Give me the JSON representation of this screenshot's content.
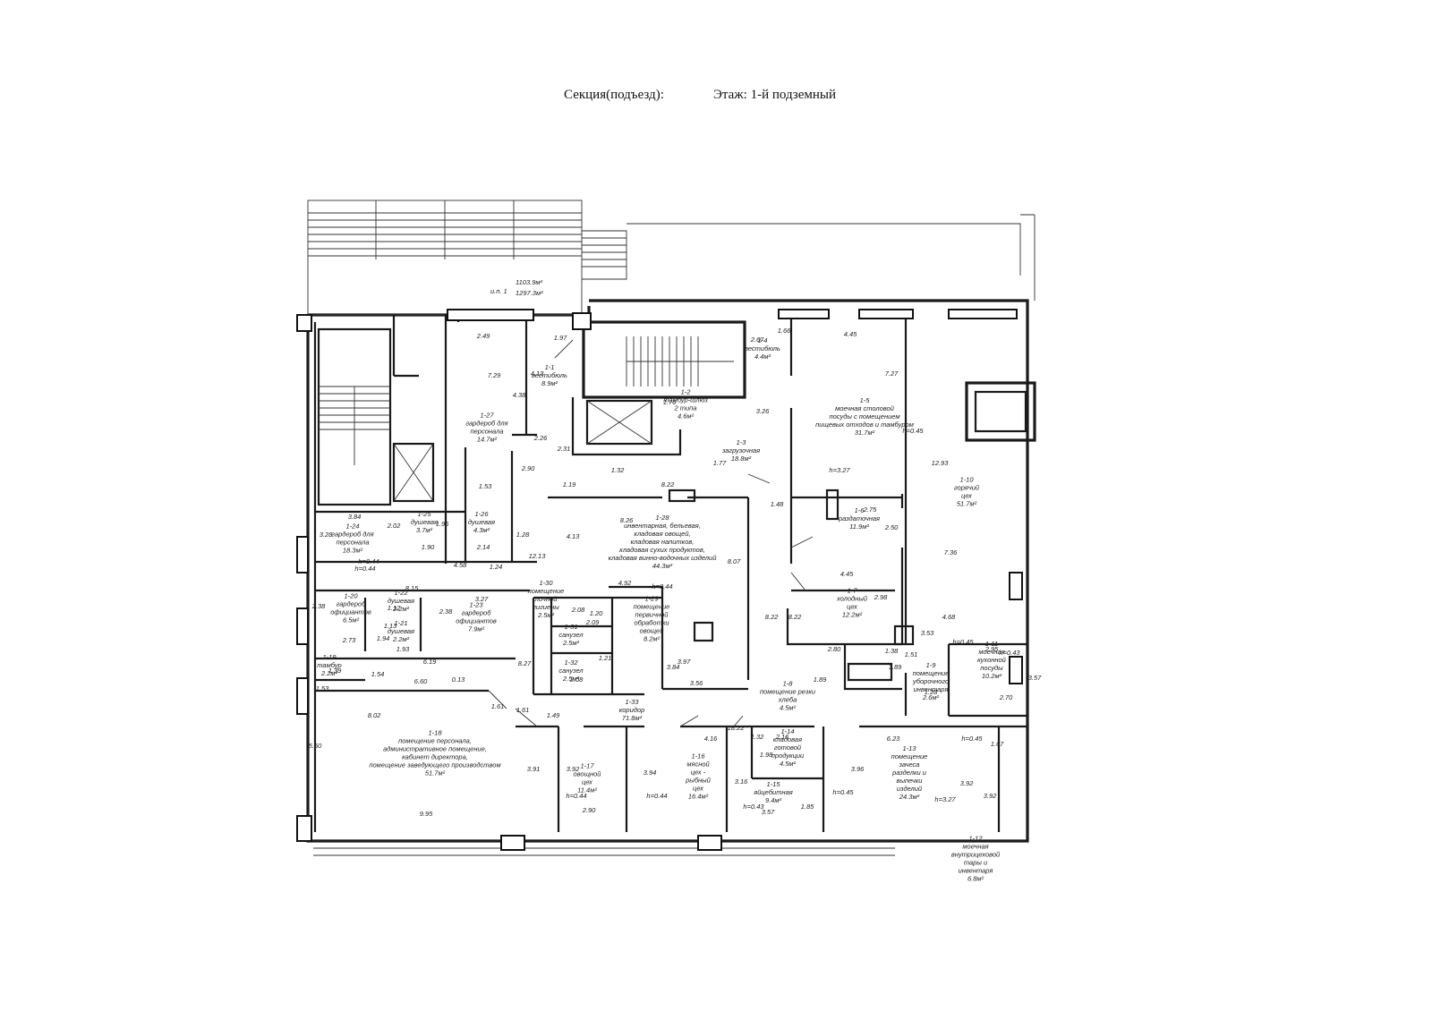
{
  "header": {
    "section": "Секция(подъезд):",
    "floor": "Этаж: 1-й подземный"
  },
  "plan_note": {
    "a": "и.п. 1",
    "b": "1103.9м²",
    "c": "1297.3м²"
  },
  "rooms": [
    {
      "id": "r1-1",
      "lines": [
        "1-1",
        "вестибюль",
        "8.9м²"
      ]
    },
    {
      "id": "r1-2",
      "lines": [
        "1-2",
        "тамбур-шлюз",
        "2 типа",
        "4.6м²"
      ]
    },
    {
      "id": "r1-3",
      "lines": [
        "1-3",
        "загрузочная",
        "18.8м²"
      ]
    },
    {
      "id": "r1-4",
      "lines": [
        "1-4",
        "вестибюль",
        "4.4м²"
      ]
    },
    {
      "id": "r1-5",
      "lines": [
        "1-5",
        "моечная столовой",
        "посуды с помещением",
        "пищевых отходов и тамбуром",
        "31.7м²"
      ]
    },
    {
      "id": "r1-6",
      "lines": [
        "1-6",
        "раздаточная",
        "11.9м²"
      ]
    },
    {
      "id": "r1-7",
      "lines": [
        "1-7",
        "холодный",
        "цех",
        "12.2м²"
      ]
    },
    {
      "id": "r1-8",
      "lines": [
        "1-8",
        "помещение резки",
        "хлеба",
        "4.5м²"
      ]
    },
    {
      "id": "r1-9",
      "lines": [
        "1-9",
        "помещение",
        "уборочного",
        "инвентаря",
        "2.6м²"
      ]
    },
    {
      "id": "r1-10",
      "lines": [
        "1-10",
        "горячий",
        "цех",
        "51.7м²"
      ]
    },
    {
      "id": "r1-11",
      "lines": [
        "1-11",
        "моечная",
        "кухонной",
        "посуды",
        "10.2м²"
      ]
    },
    {
      "id": "r1-12",
      "lines": [
        "1-12",
        "моечная",
        "внутрицеховой",
        "тары и",
        "инвентаря",
        "6.8м²"
      ]
    },
    {
      "id": "r1-13",
      "lines": [
        "1-13",
        "помещение",
        "зачеса",
        "разделки и",
        "выпечки",
        "изделий",
        "24.3м²"
      ]
    },
    {
      "id": "r1-14",
      "lines": [
        "1-14",
        "кладовая",
        "готовой",
        "продукции",
        "4.5м²"
      ]
    },
    {
      "id": "r1-15",
      "lines": [
        "1-15",
        "яйцебитная",
        "9.4м²"
      ]
    },
    {
      "id": "r1-16",
      "lines": [
        "1-16",
        "мясной",
        "цех -",
        "рыбный",
        "цех",
        "16.4м²"
      ]
    },
    {
      "id": "r1-17",
      "lines": [
        "1-17",
        "овощной",
        "цех",
        "11.4м²"
      ]
    },
    {
      "id": "r1-18",
      "lines": [
        "1-18",
        "помещение персонала,",
        "административное помещение,",
        "кабинет директора,",
        "помещение заведующего производством",
        "51.7м²"
      ]
    },
    {
      "id": "r1-19",
      "lines": [
        "1-19",
        "тамбур",
        "2.2м²"
      ]
    },
    {
      "id": "r1-20",
      "lines": [
        "1-20",
        "гардероб",
        "официантов",
        "6.5м²"
      ]
    },
    {
      "id": "r1-21",
      "lines": [
        "1-21",
        "душевая",
        "2.2м²"
      ]
    },
    {
      "id": "r1-22",
      "lines": [
        "1-22",
        "душевая",
        "2.2м²"
      ]
    },
    {
      "id": "r1-23",
      "lines": [
        "1-23",
        "гардероб",
        "официантов",
        "7.9м²"
      ]
    },
    {
      "id": "r1-24",
      "lines": [
        "1-24",
        "гардероб для",
        "персонала",
        "18.3м²"
      ]
    },
    {
      "id": "r1-25",
      "lines": [
        "1-25",
        "душевая",
        "3.7м²"
      ]
    },
    {
      "id": "r1-26",
      "lines": [
        "1-26",
        "душевая",
        "4.3м²"
      ]
    },
    {
      "id": "r1-27",
      "lines": [
        "1-27",
        "гардероб для",
        "персонала",
        "14.7м²"
      ]
    },
    {
      "id": "r1-28",
      "lines": [
        "1-28",
        "инвентарная, бельевая,",
        "кладовая овощей,",
        "кладовая напитков,",
        "кладовая сухих продуктов,",
        "кладовая винно-водочных изделий",
        "44.3м²"
      ]
    },
    {
      "id": "r1-29",
      "lines": [
        "1-29",
        "помещение",
        "первичной",
        "обработки",
        "овощей",
        "8.2м²"
      ]
    },
    {
      "id": "r1-30",
      "lines": [
        "1-30",
        "помещение",
        "личной",
        "гигиены",
        "2.5м²"
      ]
    },
    {
      "id": "r1-31",
      "lines": [
        "1-31",
        "санузел",
        "2.5м²"
      ]
    },
    {
      "id": "r1-32",
      "lines": [
        "1-32",
        "санузел",
        "2.5м²"
      ]
    },
    {
      "id": "r1-33",
      "lines": [
        "1-33",
        "коридор",
        "71.8м²"
      ]
    }
  ],
  "dims": [
    "2.49",
    "1.97",
    "4.13",
    "7.29",
    "4.38",
    "2.26",
    "2.31",
    "1.32",
    "1.19",
    "2.90",
    "1.53",
    "2.67",
    "1.66",
    "4.45",
    "7.27",
    "1.76",
    "3.26",
    "1.77",
    "8.22",
    "1.48",
    "h=3.27",
    "h=0.45",
    "12.93",
    "2.75",
    "2.50",
    "4.45",
    "2.98",
    "7.36",
    "4.68",
    "3.84",
    "2.02",
    "1.96",
    "3.28",
    "1.90",
    "2.14",
    "4.58",
    "1.24",
    "1.28",
    "12.13",
    "4.13",
    "8.26",
    "8.07",
    "4.92",
    "h=0.44",
    "h=0.44",
    "8.15",
    "2.38",
    "1.12",
    "1.94",
    "3.27",
    "2.38",
    "1.13",
    "2.73",
    "1.93",
    "6.19",
    "2.08",
    "1.20",
    "2.09",
    "1.21",
    "2.08",
    "8.27",
    "3.97",
    "3.84",
    "3.56",
    "8.22",
    "8.22",
    "2.80",
    "1.89",
    "1.38",
    "1.89",
    "1.51",
    "3.53",
    "2.95",
    "h=0.43",
    "3.57",
    "2.70",
    "1.28",
    "1.39",
    "1.53",
    "1.54",
    "6.60",
    "0.13",
    "8.02",
    "1.61",
    "1.61",
    "1.49",
    "18.22",
    "4.16",
    "1.32",
    "2.16",
    "6.23",
    "1.67",
    "h=0.45",
    "5.50",
    "3.91",
    "3.92",
    "3.94",
    "3.16",
    "1.98",
    "3.96",
    "3.92",
    "3.92",
    "h=0.44",
    "h=0.44",
    "h=0.43",
    "3.57",
    "1.85",
    "h=0.45",
    "h=3.27",
    "2.90",
    "9.95",
    "h=0.44",
    "h=0.45"
  ]
}
